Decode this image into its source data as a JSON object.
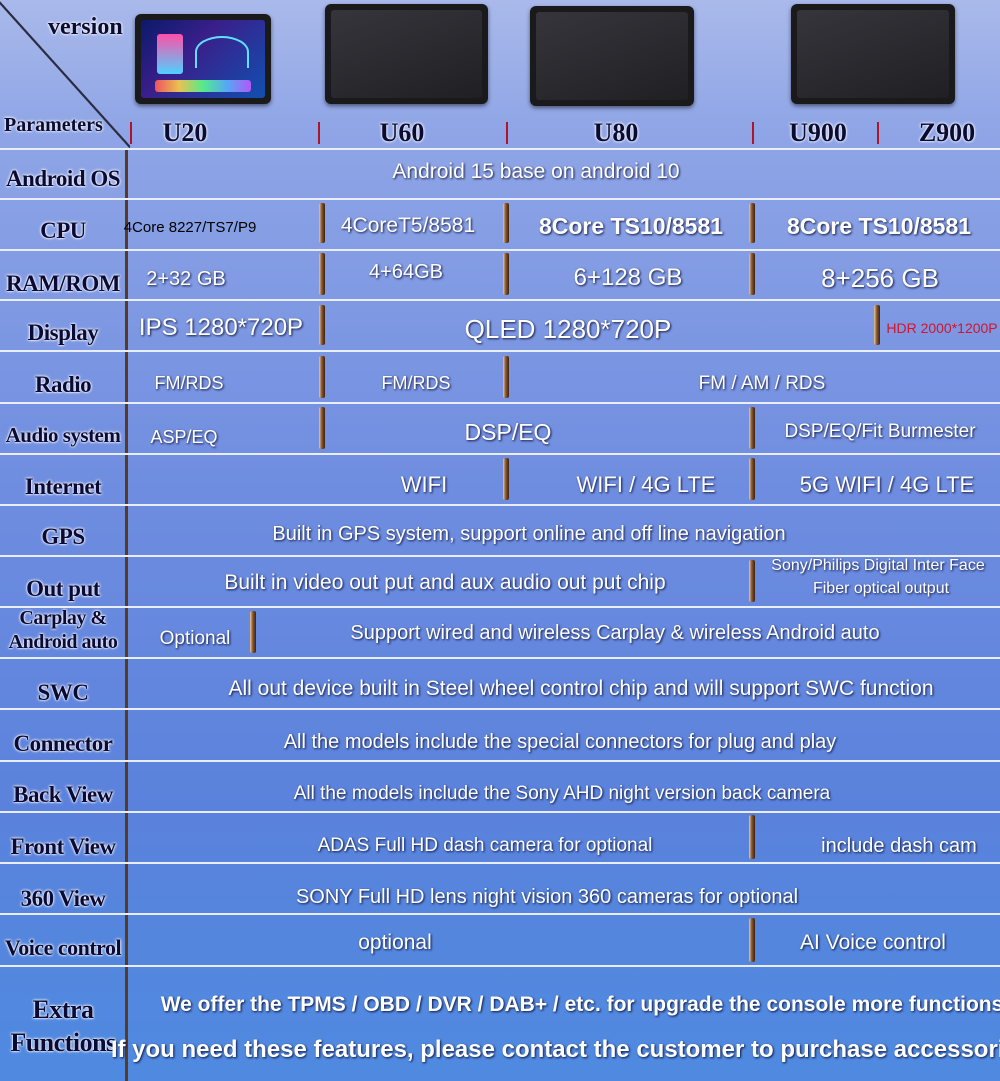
{
  "header": {
    "corner_top": "version",
    "corner_bottom": "Parameters",
    "models": [
      "U20",
      "U60",
      "U80",
      "U900",
      "Z900"
    ]
  },
  "rows": {
    "android_os": {
      "label": "Android OS",
      "value": "Android 15 base on android 10"
    },
    "cpu": {
      "label": "CPU",
      "u20": "4Core 8227/TS7/P9",
      "u60": "4CoreT5/8581",
      "u80": "8Core TS10/8581",
      "u900": "8Core TS10/8581"
    },
    "ram_rom": {
      "label": "RAM/ROM",
      "u20": "2+32 GB",
      "u60": "4+64GB",
      "u80": "6+128 GB",
      "u900": "8+256 GB"
    },
    "display": {
      "label": "Display",
      "u20": "IPS 1280*720P",
      "u60_u900": "QLED 1280*720P",
      "z900": "HDR 2000*1200P"
    },
    "radio": {
      "label": "Radio",
      "u20": "FM/RDS",
      "u60": "FM/RDS",
      "u80_up": "FM / AM / RDS"
    },
    "audio": {
      "label": "Audio system",
      "u20": "ASP/EQ",
      "u60_u80": "DSP/EQ",
      "u900_up": "DSP/EQ/Fit Burmester"
    },
    "internet": {
      "label": "Internet",
      "u20_u60": "WIFI",
      "u80": "WIFI / 4G LTE",
      "u900_up": "5G WIFI / 4G LTE"
    },
    "gps": {
      "label": "GPS",
      "value": "Built in GPS system, support online and off line navigation"
    },
    "output": {
      "label": "Out put",
      "main": "Built in video out put and aux audio out put chip",
      "u900_line1": "Sony/Philips Digital Inter Face",
      "u900_line2": "Fiber optical output"
    },
    "carplay": {
      "label_line1": "Carplay &",
      "label_line2": "Android  auto",
      "u20": "Optional",
      "rest": "Support wired and wireless Carplay & wireless Android auto"
    },
    "swc": {
      "label": "SWC",
      "value": "All out device built in Steel wheel control chip and will support SWC function"
    },
    "connector": {
      "label": "Connector",
      "value": "All the models include the special connectors for plug and play"
    },
    "back_view": {
      "label": "Back View",
      "value": "All the models include the Sony AHD night version back camera"
    },
    "front_view": {
      "label": "Front View",
      "main": "ADAS Full HD dash camera for optional",
      "u900_up": "include dash cam"
    },
    "view360": {
      "label": "360 View",
      "value": "SONY Full HD lens night vision 360 cameras for optional"
    },
    "voice": {
      "label": "Voice control",
      "main": "optional",
      "u900_up": "AI Voice control"
    },
    "extra": {
      "label_line1": "Extra",
      "label_line2": "Functions",
      "line1": "We offer the TPMS / OBD / DVR / DAB+ / etc. for upgrade the console more functions",
      "line2": "If you need these features, please contact the customer to purchase accessories"
    }
  },
  "colors": {
    "accent_red": "#b0142a",
    "hdr_text": "#d2142e",
    "background": "#6f8de0"
  }
}
